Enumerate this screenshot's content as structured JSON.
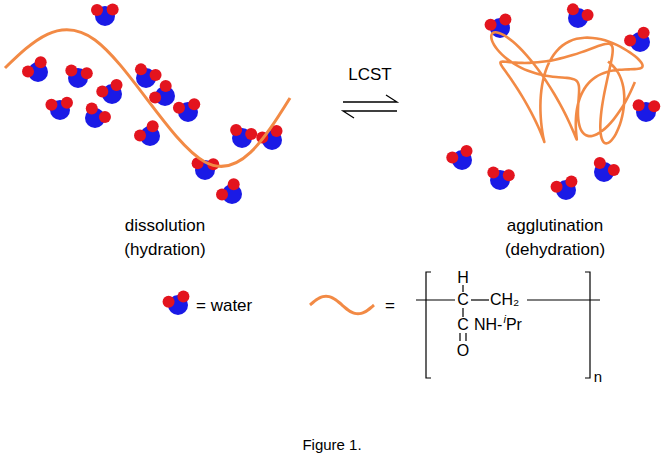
{
  "diagram": {
    "caption": "Figure 1.",
    "labels": [
      "LCST",
      "dissolution",
      "(hydration)",
      "agglutination",
      "(dehydration)",
      "H",
      "C",
      "CH₂",
      "C",
      "O",
      "NH-",
      "i",
      "Pr",
      "n"
    ],
    "legend": [
      {
        "text": "= water"
      },
      {
        "text": "="
      }
    ]
  }
}
